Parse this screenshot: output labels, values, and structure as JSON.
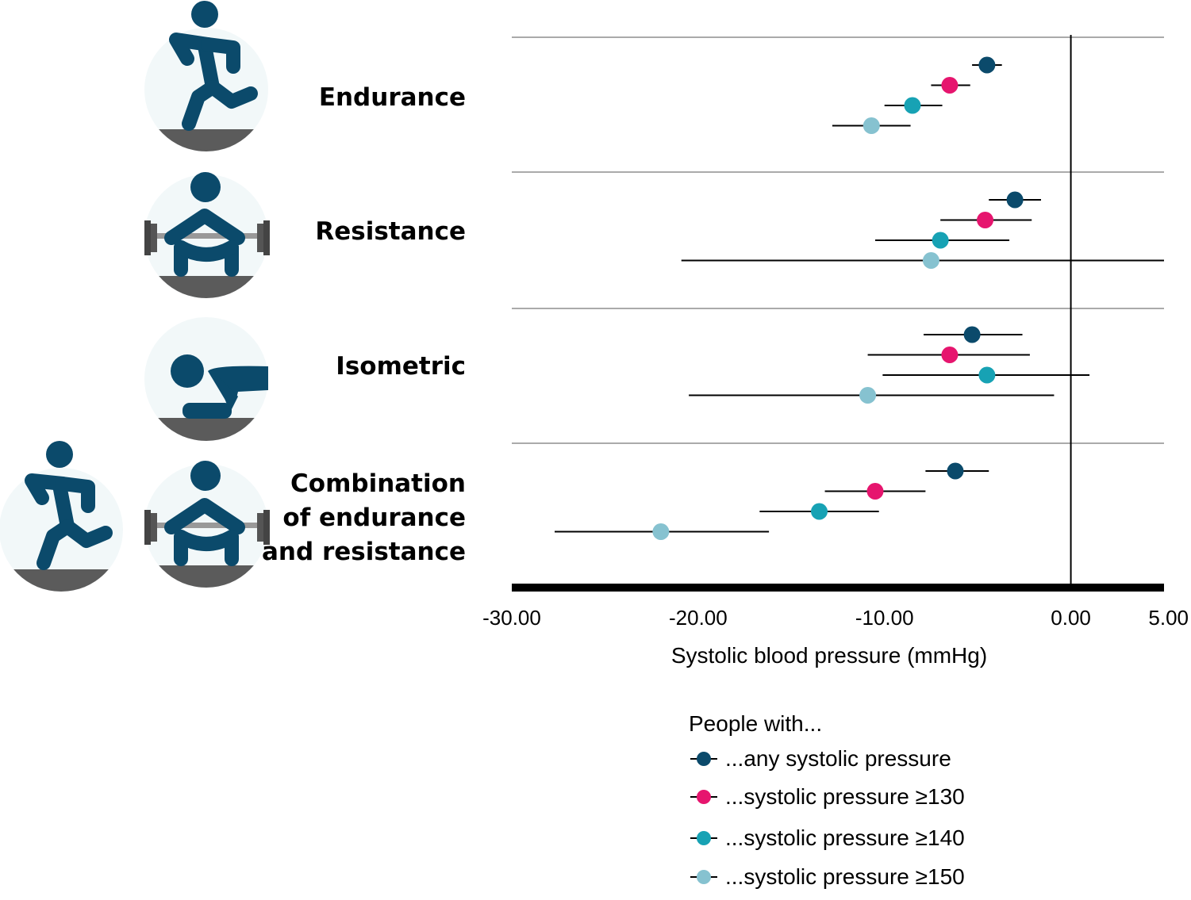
{
  "chart_data": {
    "type": "scatter",
    "subtype": "forest-plot",
    "title": "",
    "xlabel": "Systolic blood pressure (mmHg)",
    "ylabel": "",
    "xlim": [
      -30,
      5
    ],
    "xticks": [
      -30,
      -20,
      -10,
      0,
      5
    ],
    "xtick_labels": [
      "-30.00",
      "-20.00",
      "-10.00",
      "0.00",
      "5.00"
    ],
    "reference_line": 0,
    "grid": false,
    "legend_position": "bottom-right",
    "categories": [
      {
        "id": "endurance",
        "lines": [
          "Endurance"
        ],
        "icons": [
          "runner-icon"
        ]
      },
      {
        "id": "resistance",
        "lines": [
          "Resistance"
        ],
        "icons": [
          "weightlifter-icon"
        ]
      },
      {
        "id": "isometric",
        "lines": [
          "Isometric"
        ],
        "icons": [
          "plank-icon"
        ]
      },
      {
        "id": "combination",
        "lines": [
          "Combination",
          "of endurance",
          "and resistance"
        ],
        "icons": [
          "runner-icon",
          "weightlifter-icon"
        ]
      }
    ],
    "legend_title": "People with...",
    "series": [
      {
        "name": "...any systolic pressure",
        "color": "#0b4a6b",
        "points": [
          {
            "estimate": -4.5,
            "lower": -5.3,
            "upper": -3.7
          },
          {
            "estimate": -3.0,
            "lower": -4.4,
            "upper": -1.6
          },
          {
            "estimate": -5.3,
            "lower": -7.9,
            "upper": -2.6
          },
          {
            "estimate": -6.2,
            "lower": -7.8,
            "upper": -4.4
          }
        ]
      },
      {
        "name": "...systolic pressure ≥130",
        "color": "#e6156e",
        "points": [
          {
            "estimate": -6.5,
            "lower": -7.5,
            "upper": -5.4
          },
          {
            "estimate": -4.6,
            "lower": -7.0,
            "upper": -2.1
          },
          {
            "estimate": -6.5,
            "lower": -10.9,
            "upper": -2.2
          },
          {
            "estimate": -10.5,
            "lower": -13.2,
            "upper": -7.8
          }
        ]
      },
      {
        "name": "...systolic pressure ≥140",
        "color": "#17a2b4",
        "points": [
          {
            "estimate": -8.5,
            "lower": -10.0,
            "upper": -6.9
          },
          {
            "estimate": -7.0,
            "lower": -10.5,
            "upper": -3.3
          },
          {
            "estimate": -4.5,
            "lower": -10.1,
            "upper": 1.0
          },
          {
            "estimate": -13.5,
            "lower": -16.7,
            "upper": -10.3
          }
        ]
      },
      {
        "name": "...systolic pressure ≥150",
        "color": "#86c2d0",
        "points": [
          {
            "estimate": -10.7,
            "lower": -12.8,
            "upper": -8.6
          },
          {
            "estimate": -7.5,
            "lower": -20.9,
            "upper": 5.0
          },
          {
            "estimate": -10.9,
            "lower": -20.5,
            "upper": -0.9
          },
          {
            "estimate": -22.0,
            "lower": -27.7,
            "upper": -16.2
          }
        ]
      }
    ]
  }
}
